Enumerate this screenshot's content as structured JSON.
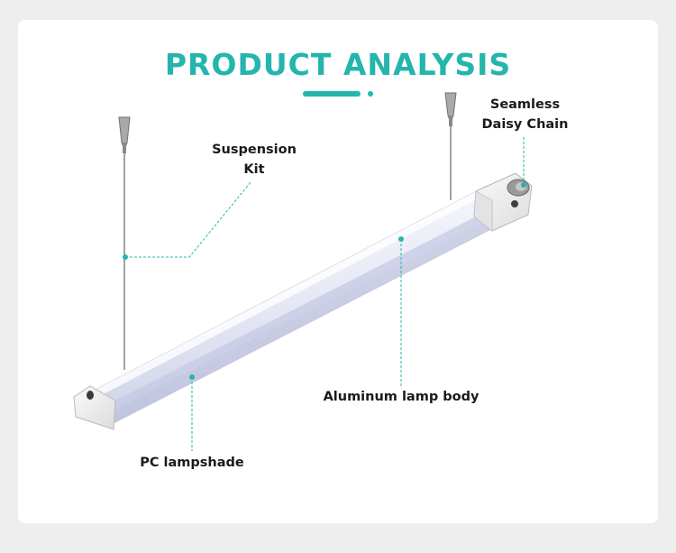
{
  "title": "PRODUCT ANALYSIS",
  "labels": {
    "suspension": [
      "Suspension",
      "Kit"
    ],
    "daisy": [
      "Seamless",
      "Daisy Chain"
    ],
    "aluminum": "Aluminum lamp body",
    "pc": "PC lampshade"
  },
  "colors": {
    "accent": "#24b5ad",
    "background": "#eeeeee",
    "card": "#ffffff",
    "text": "#1a1a1a"
  }
}
